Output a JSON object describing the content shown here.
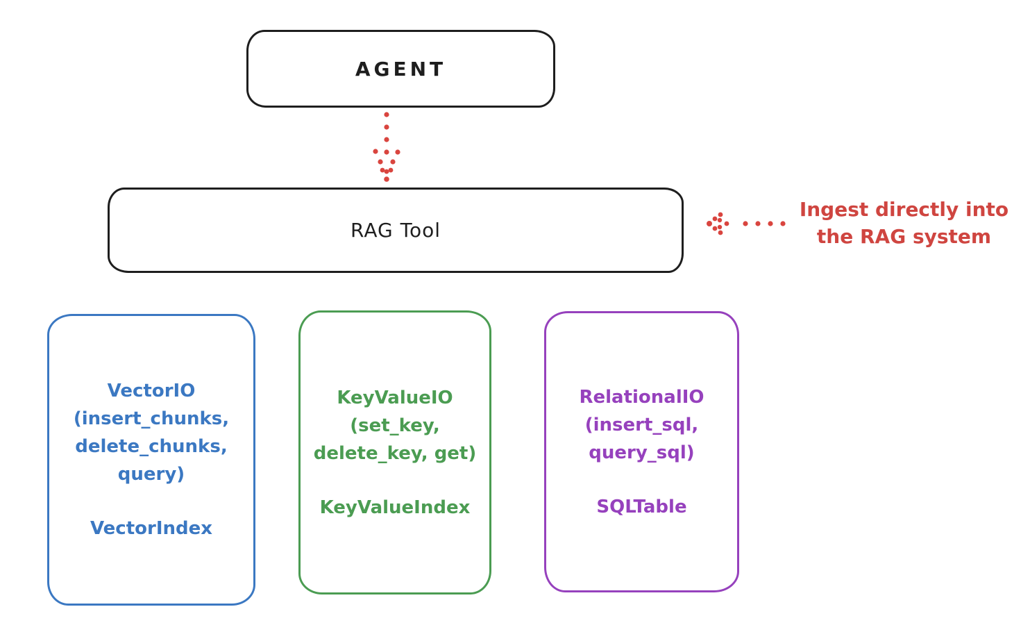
{
  "colors": {
    "stroke_black": "#1e1e1e",
    "accent_red": "#cf4540",
    "accent_blue": "#3b78c2",
    "accent_green": "#4b9c52",
    "accent_purple": "#9641bd",
    "background": "#ffffff"
  },
  "nodes": {
    "agent": {
      "label": "AGENT"
    },
    "rag_tool": {
      "label": "RAG Tool"
    },
    "vector_io": {
      "heading": "VectorIO\n(insert_chunks,\ndelete_chunks,\nquery)",
      "footer": "VectorIndex",
      "color": "#3b78c2"
    },
    "key_value_io": {
      "heading": "KeyValueIO\n(set_key,\ndelete_key, get)",
      "footer": "KeyValueIndex",
      "color": "#4b9c52"
    },
    "relational_io": {
      "heading": "RelationalIO\n(insert_sql,\nquery_sql)",
      "footer": "SQLTable",
      "color": "#9641bd"
    }
  },
  "annotations": {
    "ingest_note": "Ingest directly into\nthe RAG system",
    "ingest_note_color": "#cf4540"
  },
  "icons": {
    "agent_to_rag": "dotted-arrow-down-icon",
    "ingest": "dotted-arrow-left-icon"
  }
}
